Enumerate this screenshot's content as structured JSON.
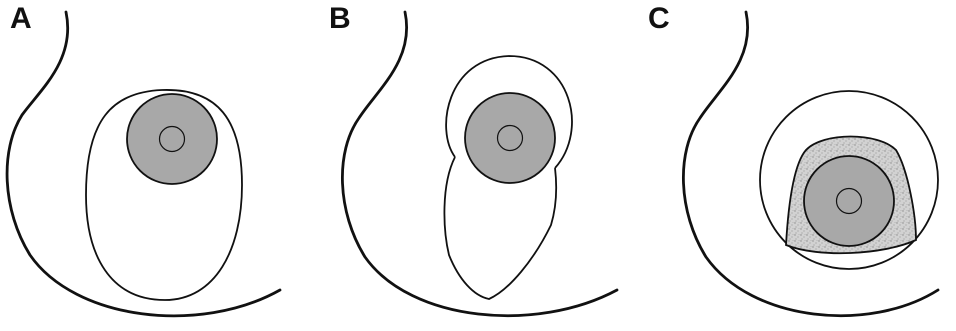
{
  "figure": {
    "panels": [
      {
        "label": "A"
      },
      {
        "label": "B"
      },
      {
        "label": "C"
      }
    ]
  },
  "colors": {
    "stroke": "#111111",
    "core_fill": "#a8a8a8",
    "stippled_fill": "#c9c9c9",
    "background": "#ffffff"
  }
}
